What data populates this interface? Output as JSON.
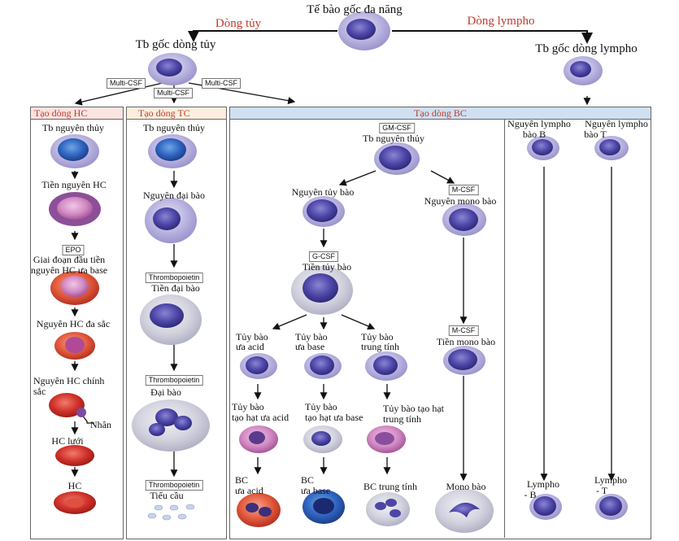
{
  "title": "Tế bào gốc đa năng",
  "branches": {
    "myeloid": "Dòng tủy",
    "lymphoid": "Dòng lympho"
  },
  "stem": {
    "myeloid": "Tb gốc dòng tủy",
    "lymphoid": "Tb gốc dòng lympho"
  },
  "factors": {
    "multi_csf": "Multi-CSF",
    "epo": "EPO",
    "thrombopoietin": "Thrombopoietin",
    "gm_csf": "GM-CSF",
    "g_csf": "G-CSF",
    "m_csf": "M-CSF"
  },
  "panels": {
    "rbc": {
      "header": "Tạo dòng HC",
      "stages": [
        "Tb nguyên thủy",
        "Tiền nguyên HC",
        "Giai đoạn đầu tiền",
        "nguyên HC ưa base",
        "Nguyên HC đa sắc",
        "Nguyên HC chính",
        "sắc",
        "Nhân",
        "HC lưới",
        "HC"
      ]
    },
    "platelet": {
      "header": "Tạo dòng TC",
      "stages": [
        "Tb nguyên thủy",
        "Nguyên đại bào",
        "Tiền đại bào",
        "Đại bào",
        "Tiểu cầu"
      ]
    },
    "wbc": {
      "header": "Tạo dòng BC",
      "stages": {
        "blast": "Tb nguyên thủy",
        "myeloblast": "Nguyên tủy bào",
        "monoblast": "Nguyên mono bào",
        "promyelocyte": "Tiền tủy bào",
        "eos_myelocyte": [
          "Tủy bào",
          "ưa acid"
        ],
        "baso_myelocyte": [
          "Tủy bào",
          "ưa base"
        ],
        "neut_myelocyte": [
          "Tủy bào",
          "trung tính"
        ],
        "promonocyte": "Tiền mono bào",
        "eos_meta": [
          "Tủy bào",
          "tạo hạt ưa acid"
        ],
        "baso_meta": [
          "Tủy bào",
          "tạo hạt ưa base"
        ],
        "neut_meta": [
          "Tủy bào tạo hạt",
          "trung tính"
        ],
        "eosinophil": [
          "BC",
          "ưa acid"
        ],
        "basophil": [
          "BC",
          "ưa base"
        ],
        "neutrophil": "BC trung tính",
        "monocyte": "Mono bào"
      }
    },
    "lympho": {
      "b_blast": [
        "Nguyên lympho",
        "bào B"
      ],
      "t_blast": [
        "Nguyên lympho",
        "bào T"
      ],
      "b_cell": [
        "Lympho",
        "- B"
      ],
      "t_cell": [
        "Lympho",
        "- T"
      ]
    }
  },
  "colors": {
    "header_red": "#c0392b",
    "wbc_header_bg": "#cfe0f1",
    "tc_header_bg": "#fbeede",
    "hc_header_bg": "#fbe3e0"
  }
}
